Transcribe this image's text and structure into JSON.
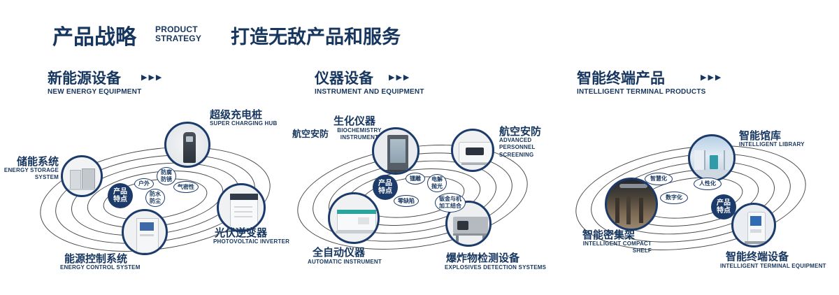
{
  "colors": {
    "accent": "#16365f",
    "circle_border": "#1c3b6a",
    "ring": "#4a4a4a"
  },
  "icons": {
    "chevrons": "▶▶▶"
  },
  "header": {
    "title_cn": "产品战略",
    "title_en": [
      "PRODUCT",
      "STRATEGY"
    ],
    "slogan": "打造无敌产品和服务"
  },
  "sections": [
    {
      "title_cn": "新能源设备",
      "title_en": "NEW ENERGY EQUIPMENT",
      "badge": "产品特点",
      "features": [
        "户外",
        "防腐防锈",
        "气密性",
        "防水防尘"
      ],
      "items": [
        {
          "cn": "超级充电桩",
          "en": "SUPER CHARGING HUB"
        },
        {
          "cn": "储能系统",
          "en": "ENERGY STORAGE SYSTEM"
        },
        {
          "cn": "光伏逆变器",
          "en": "PHOTOVOLTAIC INVERTER"
        },
        {
          "cn": "能源控制系统",
          "en": "ENERGY CONTROL SYSTEM"
        }
      ]
    },
    {
      "title_cn": "仪器设备",
      "title_en": "INSTRUMENT AND EQUIPMENT",
      "badge": "产品特点",
      "side_label": "航空安防",
      "features": [
        "镭雕",
        "电解抛光",
        "零缺陷",
        "钣金与机加工结合"
      ],
      "items": [
        {
          "cn": "生化仪器",
          "en": "BIOCHEMISTRY INSTRUMENT"
        },
        {
          "cn": "航空安防",
          "en": "ADVANCED PERSONNEL SCREENING"
        },
        {
          "cn": "全自动仪器",
          "en": "AUTOMATIC INSTRUMENT"
        },
        {
          "cn": "爆炸物检测设备",
          "en": "EXPLOSIVES DETECTION SYSTEMS"
        }
      ]
    },
    {
      "title_cn": "智能终端产品",
      "title_en": "INTELLIGENT TERMINAL PRODUCTS",
      "badge": "产品特点",
      "features": [
        "智慧化",
        "人性化",
        "数字化"
      ],
      "items": [
        {
          "cn": "智能馆库",
          "en": "INTELLIGENT LIBRARY"
        },
        {
          "cn": "智能密集架",
          "en": "INTELLIGENT COMPACT SHELF"
        },
        {
          "cn": "智能终端设备",
          "en": "INTELLIGENT TERMINAL EQUIPMENT"
        }
      ]
    }
  ]
}
